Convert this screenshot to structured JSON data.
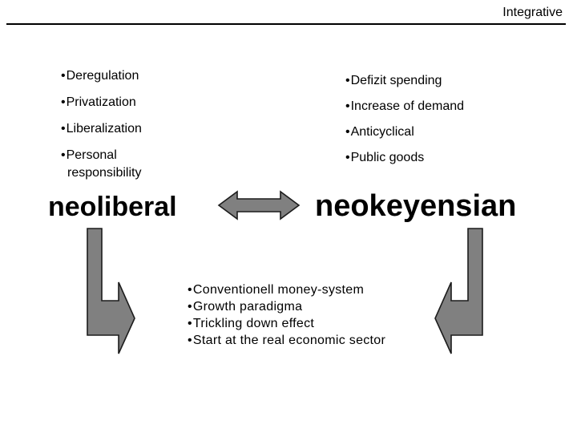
{
  "slide": {
    "title": "Integrative",
    "bullet_char": "•",
    "left_list": {
      "items": [
        "Deregulation",
        "Privatization",
        "Liberalization",
        "Personal responsibility"
      ]
    },
    "right_list": {
      "items": [
        "Defizit spending",
        "Increase of demand",
        "Anticyclical",
        "Public goods"
      ]
    },
    "headings": {
      "left": "neoliberal",
      "right": "neokeyensian"
    },
    "center_list": {
      "items": [
        "Conventionell money-system",
        "Growth paradigma",
        "Trickling down effect",
        "Start at the real economic sector"
      ]
    },
    "icons": {
      "double_arrow": "left-right-arrow",
      "left_arrow": "bent-arrow-down-right",
      "right_arrow": "bent-arrow-down-left"
    },
    "colors": {
      "background": "#ffffff",
      "text": "#000000",
      "arrow_fill": "#808080",
      "arrow_stroke": "#1c1c1c"
    }
  }
}
